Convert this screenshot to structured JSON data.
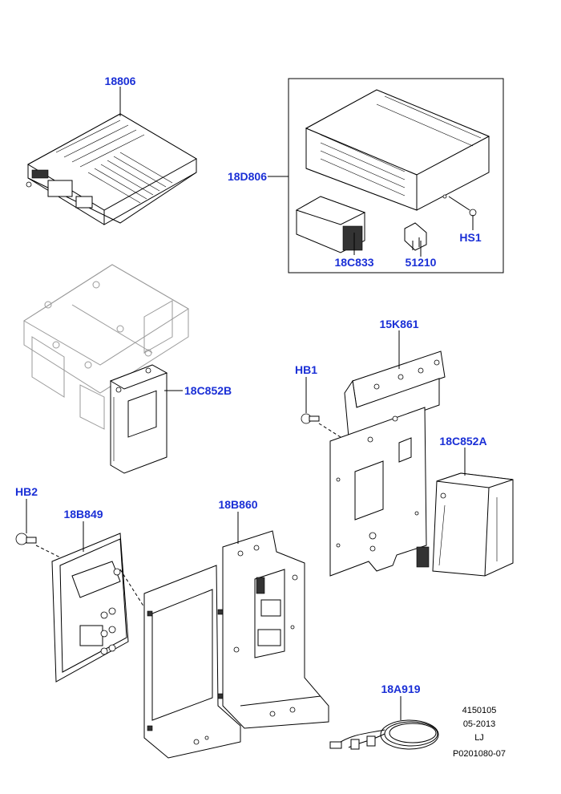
{
  "labels": {
    "c18806": "18806",
    "c18D806": "18D806",
    "c18C833": "18C833",
    "c51210": "51210",
    "cHS1": "HS1",
    "c15K861": "15K861",
    "cHB1": "HB1",
    "c18C852B": "18C852B",
    "c18C852A": "18C852A",
    "cHB2": "HB2",
    "c18B849": "18B849",
    "c18B860": "18B860",
    "c18A919": "18A919"
  },
  "footer": {
    "line1": "4150105",
    "line2": "05-2013",
    "line3": "LJ",
    "line4": "P0201080-07"
  },
  "colors": {
    "callout": "#1a2fd6",
    "line": "#000000",
    "ghost": "#9a9a9a"
  }
}
